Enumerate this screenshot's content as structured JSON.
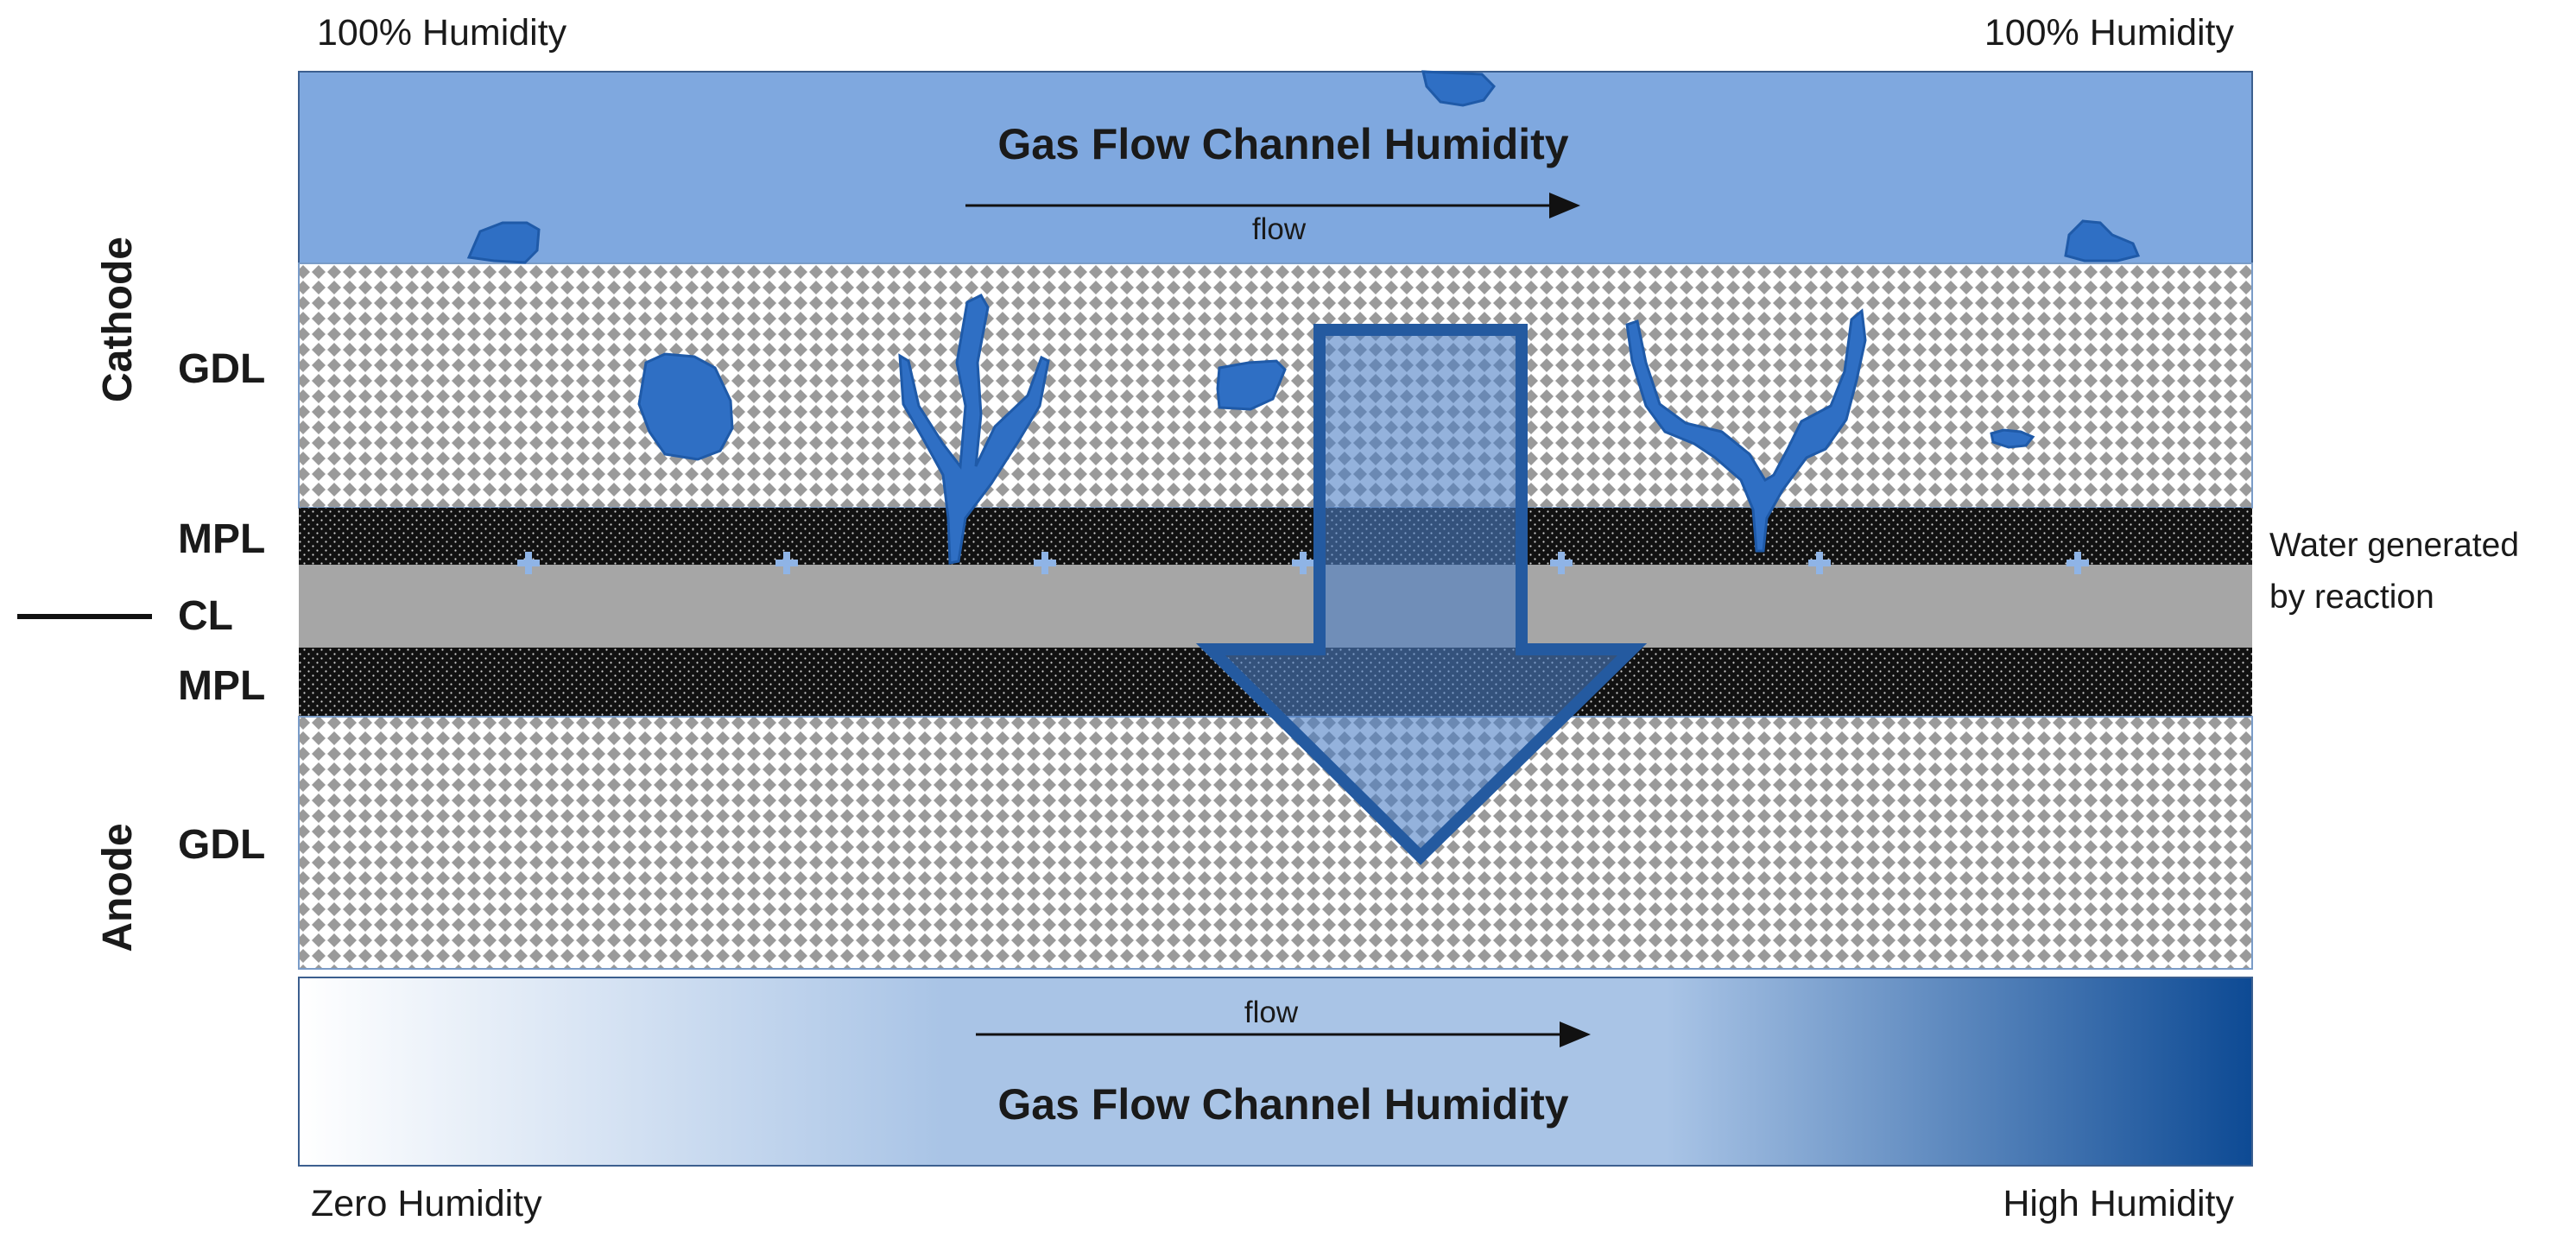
{
  "colors": {
    "channel_blue": "#7fa8df",
    "droplet_blue": "#2f6fc4",
    "droplet_edge": "#1f5aa8",
    "arrow_fill": "#4c7fc4",
    "arrow_edge": "#245aa0",
    "cl_gray": "#a6a6a6",
    "mpl_black": "#111111",
    "gdl_diamond": "#9a9a9a",
    "gradient_start": "#ffffff",
    "gradient_mid": "#a9c4e6",
    "gradient_end": "#0d4a94"
  },
  "top_left_humidity": "100% Humidity",
  "top_right_humidity": "100% Humidity",
  "cathode_channel": {
    "title": "Gas Flow Channel Humidity",
    "flow_label": "flow"
  },
  "anode_channel": {
    "title": "Gas Flow Channel Humidity",
    "flow_label": "flow"
  },
  "bottom_left_humidity": "Zero Humidity",
  "bottom_right_humidity": "High Humidity",
  "side_labels": {
    "cathode": "Cathode",
    "anode": "Anode"
  },
  "layer_labels": {
    "cathode_gdl": "GDL",
    "cathode_mpl": "MPL",
    "cl": "CL",
    "anode_mpl": "MPL",
    "anode_gdl": "GDL"
  },
  "water_note": {
    "line1": "Water generated",
    "line2": "by reaction"
  }
}
